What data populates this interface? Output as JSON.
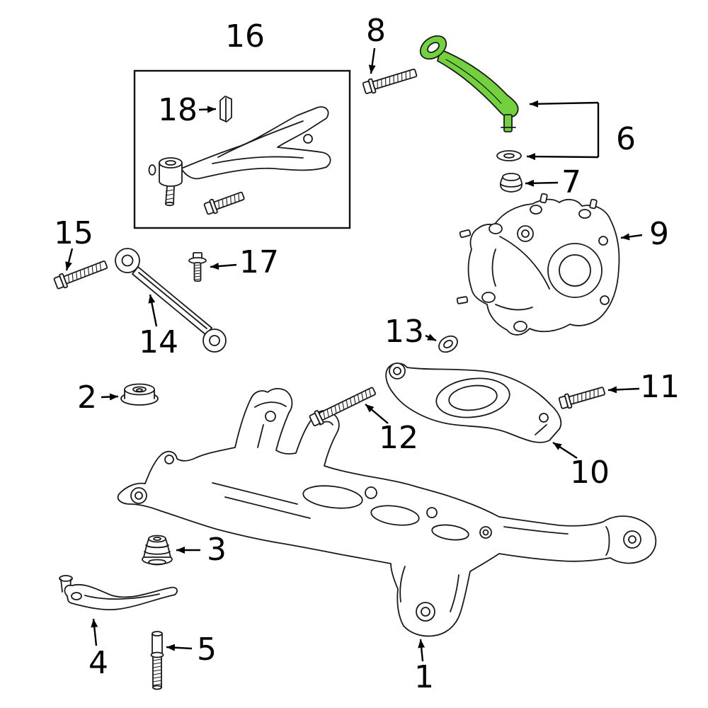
{
  "diagram": {
    "background_color": "#ffffff",
    "line_color": "#1a1a1a",
    "highlight_color": "#74d13e",
    "highlighted_callout": "6",
    "callouts": [
      {
        "label": "1"
      },
      {
        "label": "2"
      },
      {
        "label": "3"
      },
      {
        "label": "4"
      },
      {
        "label": "5"
      },
      {
        "label": "6"
      },
      {
        "label": "7"
      },
      {
        "label": "8"
      },
      {
        "label": "9"
      },
      {
        "label": "10"
      },
      {
        "label": "11"
      },
      {
        "label": "12"
      },
      {
        "label": "13"
      },
      {
        "label": "14"
      },
      {
        "label": "15"
      },
      {
        "label": "16"
      },
      {
        "label": "17"
      },
      {
        "label": "18"
      }
    ]
  }
}
